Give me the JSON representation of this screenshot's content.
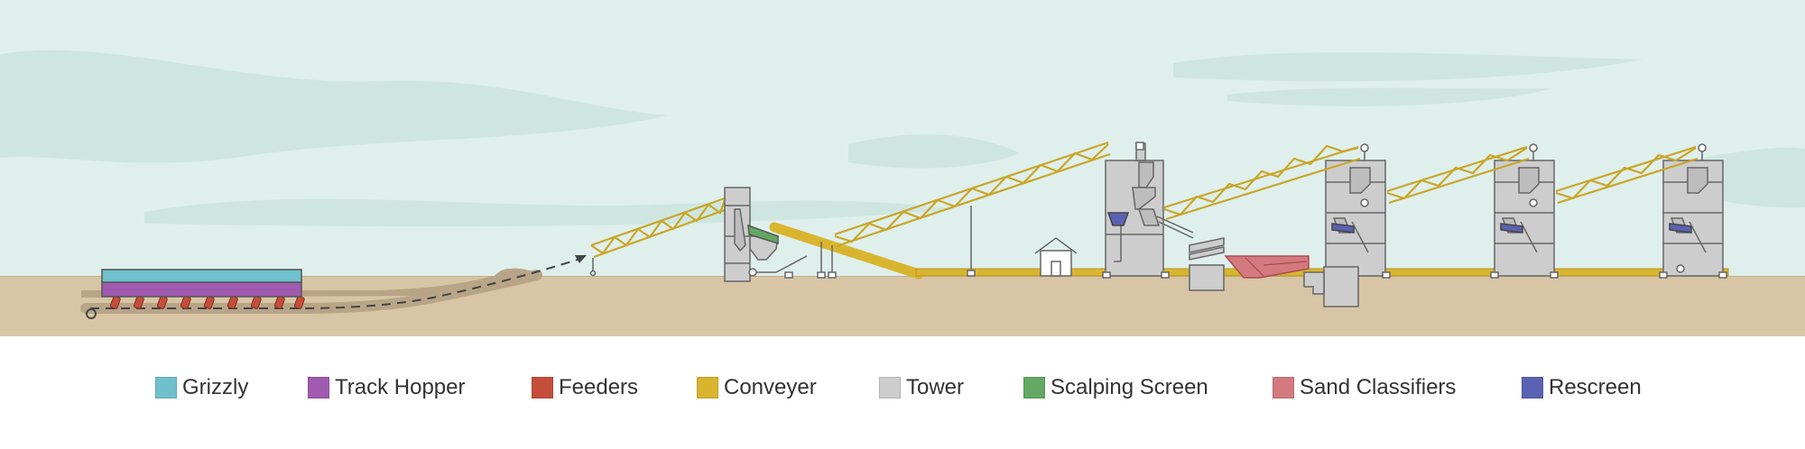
{
  "colors": {
    "sky": "#dfefec",
    "cloud": "#cfe6e0",
    "ground": "#d7c5a5",
    "outline": "#666666",
    "dark_line": "#444444",
    "dirt": "#b8a587"
  },
  "legend": [
    {
      "label": "Grizzly",
      "color": "#6fc0cc"
    },
    {
      "label": "Track Hopper",
      "color": "#a05ab0"
    },
    {
      "label": "Feeders",
      "color": "#c54e3a"
    },
    {
      "label": "Conveyer",
      "color": "#d9b52f"
    },
    {
      "label": "Tower",
      "color": "#cdcdcd"
    },
    {
      "label": "Scalping Screen",
      "color": "#63a863"
    },
    {
      "label": "Sand Classifiers",
      "color": "#d47a7e"
    },
    {
      "label": "Rescreen",
      "color": "#5a62b3"
    }
  ]
}
